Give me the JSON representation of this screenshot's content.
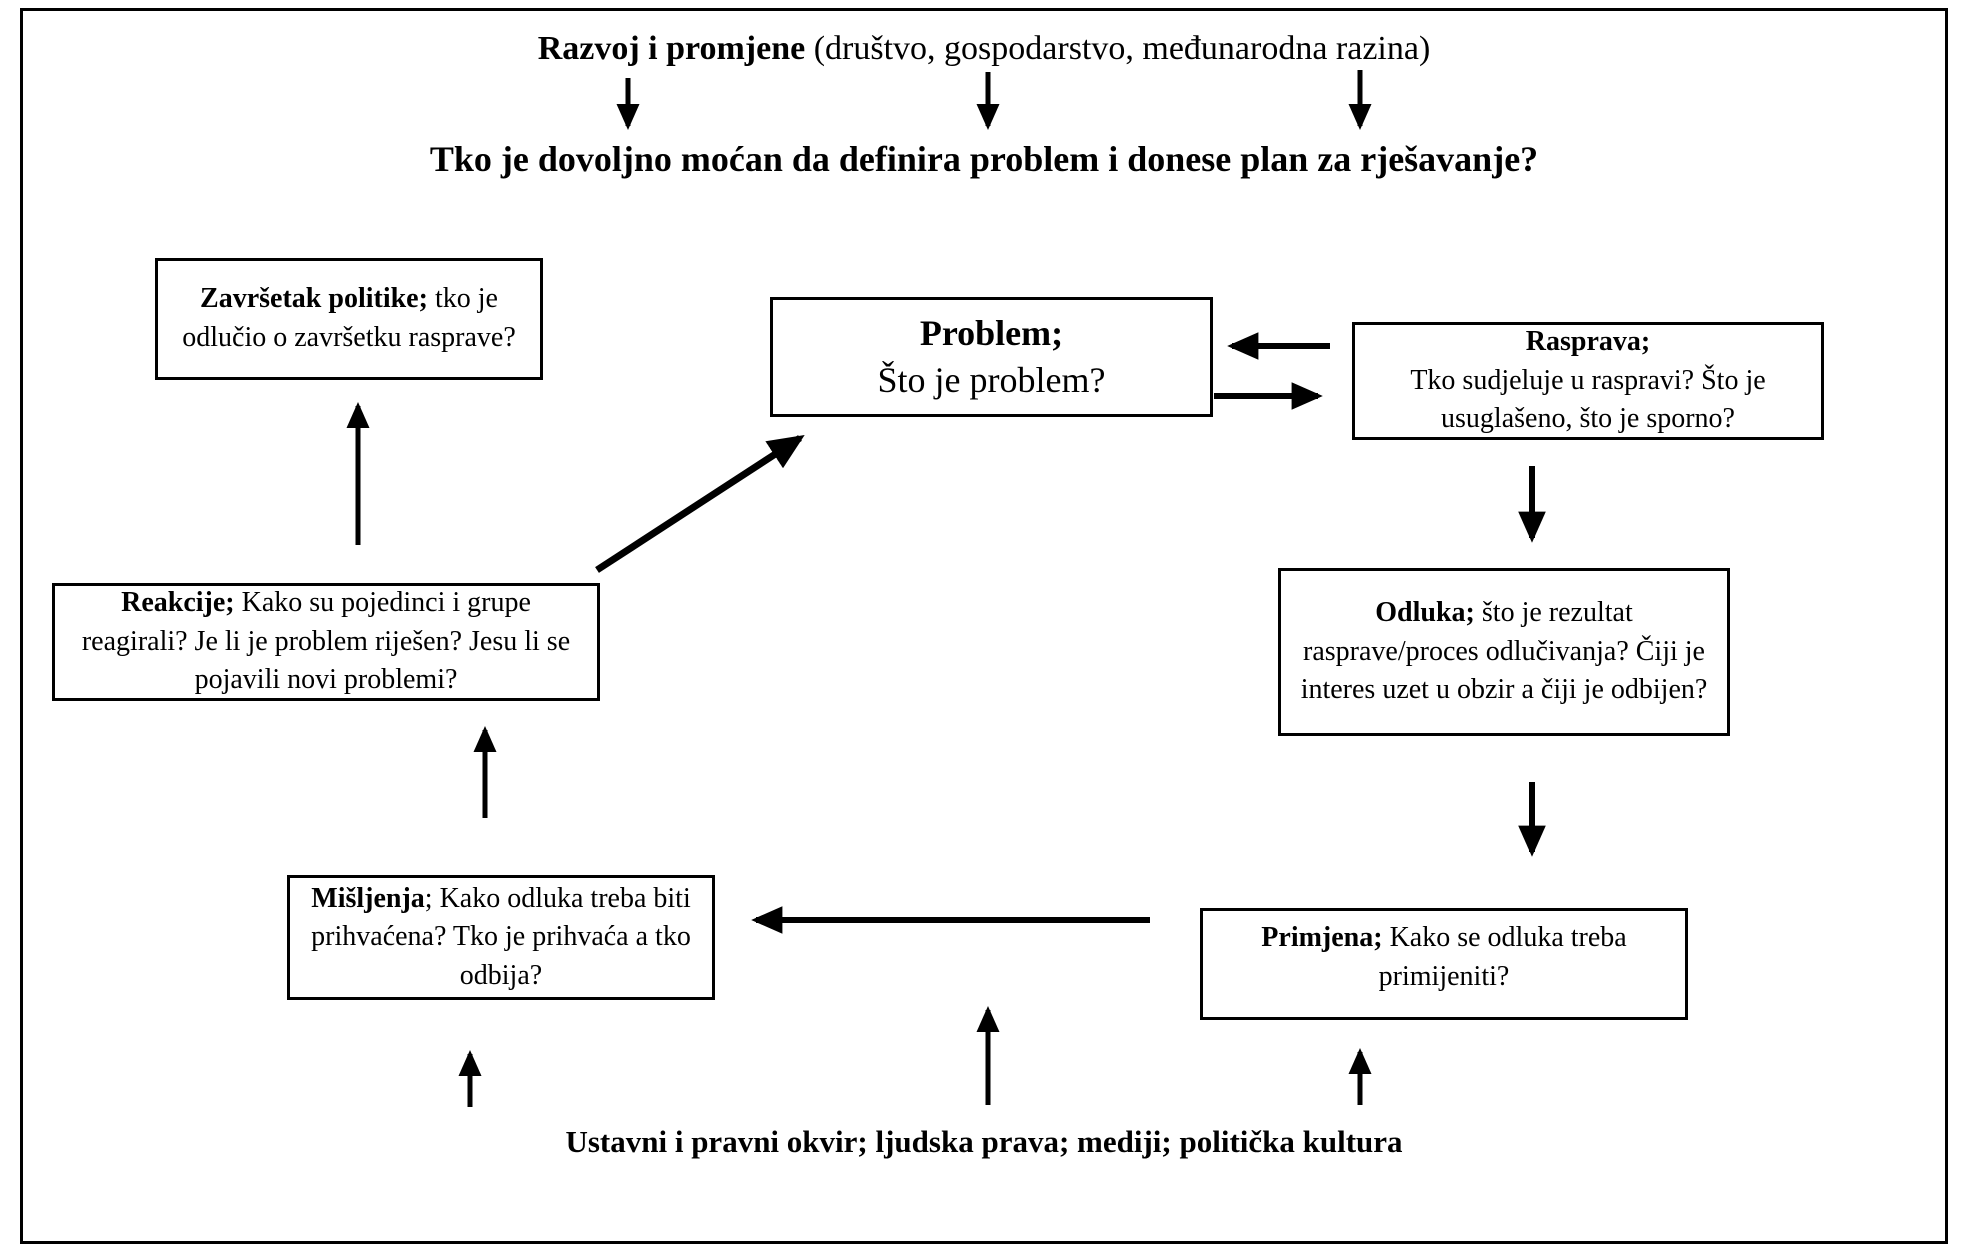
{
  "header": {
    "title_bold": "Razvoj i promjene ",
    "title_rest": "(društvo, gospodarstvo, međunarodna razina)",
    "question": "Tko je dovoljno moćan da definira problem i donese plan za rješavanje?"
  },
  "boxes": {
    "zavrsetak": {
      "head": "Završetak politike;",
      "rest": " tko je odlučio o završetku rasprave?"
    },
    "problem": {
      "head": "Problem;",
      "rest": "Što je problem?"
    },
    "rasprava": {
      "head": "Rasprava;",
      "rest": "Tko sudjeluje u raspravi? Što je usuglašeno, što je sporno?"
    },
    "reakcije": {
      "head": "Reakcije;",
      "rest": " Kako su pojedinci i grupe reagirali? Je li je problem riješen? Jesu li se pojavili novi problemi?"
    },
    "odluka": {
      "head": "Odluka;",
      "rest": " što je rezultat rasprave/proces odlučivanja? Čiji je interes uzet u obzir a čiji je odbijen?"
    },
    "misljenja": {
      "head": "Mišljenja",
      "rest": "; Kako odluka treba biti prihvaćena? Tko je prihvaća a tko odbija?"
    },
    "primjena": {
      "head": "Primjena;",
      "rest": " Kako se odluka treba primijeniti?"
    }
  },
  "footer": {
    "text": "Ustavni i pravni okvir; ljudska prava; mediji; politička kultura"
  },
  "colors": {
    "ink": "#000000",
    "background": "#ffffff"
  }
}
